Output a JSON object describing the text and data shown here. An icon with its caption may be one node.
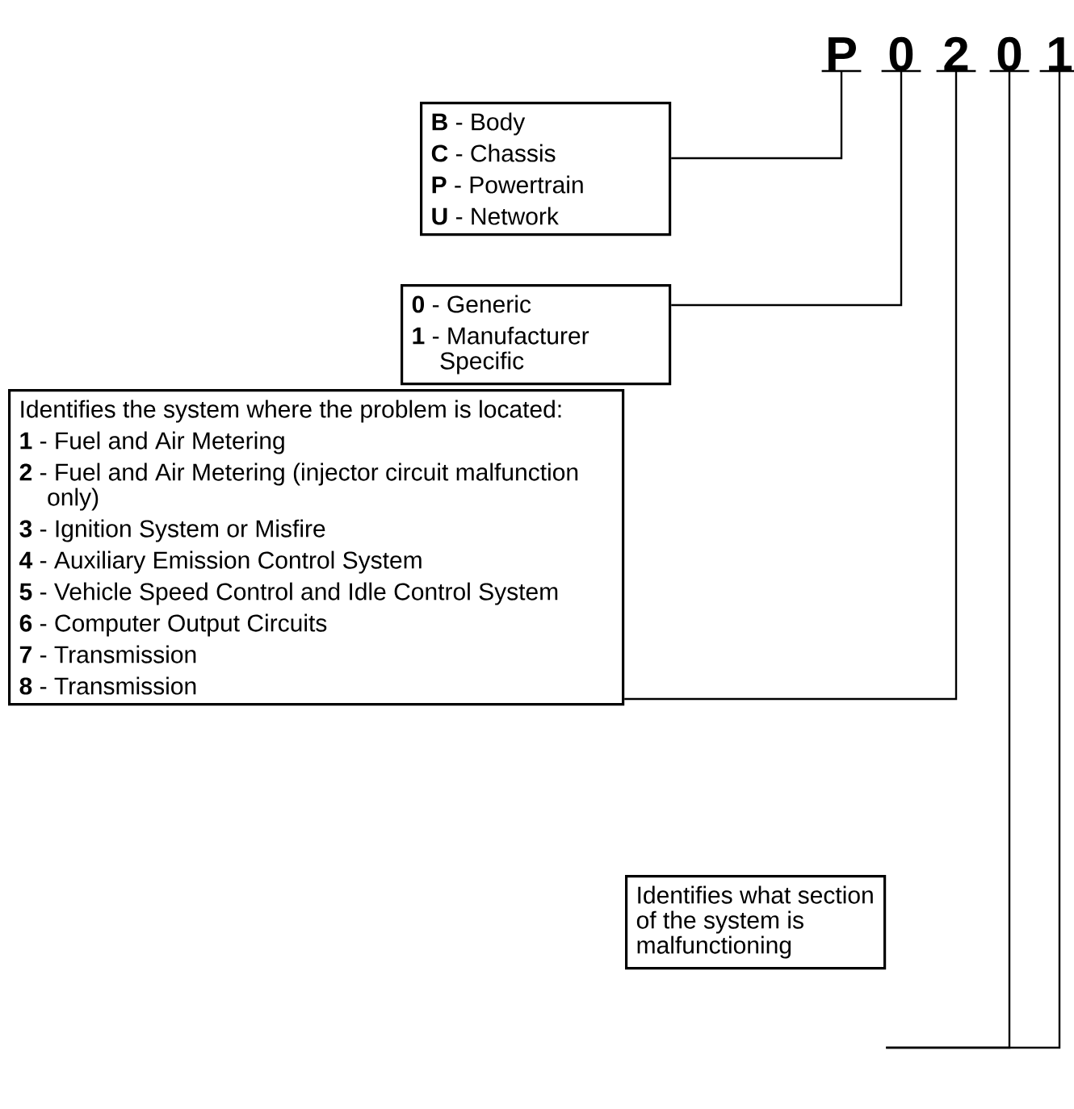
{
  "diagram": {
    "nodes": [
      {
        "text": [
          "P"
        ]
      },
      {
        "text": [
          "0"
        ]
      },
      {
        "text": [
          "2"
        ]
      },
      {
        "text": [
          "0"
        ]
      },
      {
        "text": [
          "1"
        ]
      },
      {
        "text": [
          "**B** - Body",
          "**C** - Chassis",
          "**P** - Powertrain",
          "**U** - Network"
        ]
      },
      {
        "text": [
          "**0** - Generic",
          "**1** - Manufacturer Specific"
        ]
      },
      {
        "text": [
          "Identifies the system where the problem is located:",
          "**1** - Fuel and Air Metering",
          "**2** - Fuel and Air Metering (injector circuit malfunction only)",
          "**3** - Ignition System or Misfire",
          "**4** - Auxiliary Emission Control System",
          "**5** - Vehicle Speed Control and Idle Control System",
          "**6** - Computer Output Circuits",
          "**7** - Transmission",
          "**8** - Transmission"
        ]
      },
      {
        "text": [
          "Identifies what section of the system is malfunctioning"
        ]
      }
    ],
    "edges": [
      {
        "from": 5,
        "to": 0,
        "arrow": "none"
      },
      {
        "from": 6,
        "to": 1,
        "arrow": "none"
      },
      {
        "from": 7,
        "to": 2,
        "arrow": "none"
      },
      {
        "from": 8,
        "to": 3,
        "arrow": "none"
      },
      {
        "from": 8,
        "to": 4,
        "arrow": "none"
      }
    ]
  }
}
